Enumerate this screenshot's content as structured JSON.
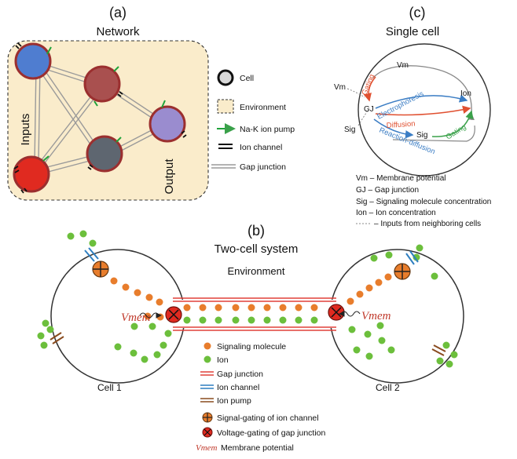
{
  "panel_a": {
    "label": "(a)",
    "title": "Network",
    "inputs_label": "Inputs",
    "output_label": "Output",
    "legend": {
      "cell": "Cell",
      "environment": "Environment",
      "pump": "Na-K ion pump",
      "channel": "Ion channel",
      "gap": "Gap junction"
    }
  },
  "panel_b": {
    "label": "(b)",
    "title": "Two-cell system",
    "environment": "Environment",
    "cell1": "Cell 1",
    "cell2": "Cell 2",
    "vmem_left": "Vmem",
    "vmem_right": "Vmem",
    "legend": {
      "signaling": "Signaling molecule",
      "ion": "Ion",
      "gap": "Gap junction",
      "channel": "Ion channel",
      "pump": "Ion pump",
      "signal_gating": "Signal-gating of ion channel",
      "voltage_gating": "Voltage-gating of gap junction",
      "vmem_symbol": "Vmem",
      "vmem_text": "Membrane potential"
    }
  },
  "panel_c": {
    "label": "(c)",
    "title": "Single cell",
    "nodes": {
      "vm_outer": "Vm",
      "vm_inner": "Vm",
      "gj": "GJ",
      "ion": "Ion",
      "sig_outer": "Sig",
      "sig_inner": "Sig"
    },
    "edges": {
      "gating_top": "Gating",
      "electrophoresis": "Electrophoresis",
      "diffusion": "Diffusion",
      "reaction_diffusion": "Reaction-diffusion",
      "gating_right": "Gating"
    },
    "legend": [
      "Vm – Membrane potential",
      "GJ – Gap junction",
      "Sig – Signaling molecule concentration",
      "Ion – Ion concentration",
      "– Inputs from neighboring cells"
    ]
  },
  "colors": {
    "env_fill": "#faeccb",
    "orange": "#e87d2c",
    "green": "#6cbf3c",
    "red_line": "#e0413a",
    "blue_channel": "#2f7fc1",
    "brown_pump": "#8a4b1f",
    "gating_red": "#e05030",
    "electro_blue": "#3b7dc4",
    "gating_green": "#3aa14a"
  }
}
